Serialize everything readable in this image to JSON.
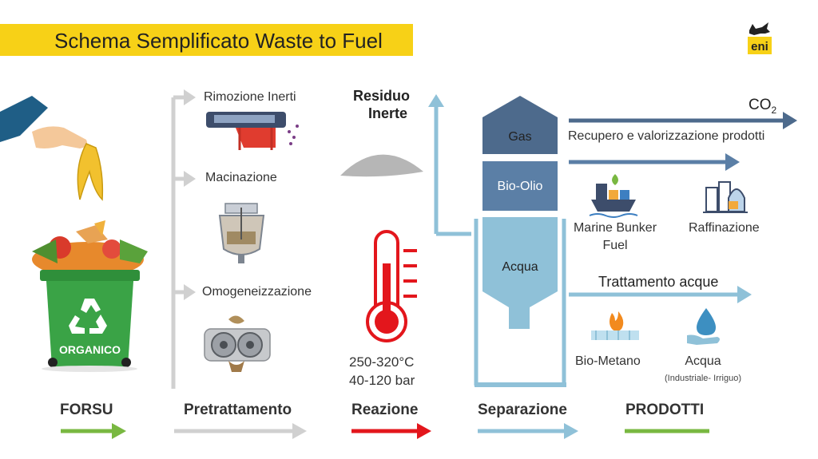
{
  "title": "Schema Semplificato Waste to Fuel",
  "logo": {
    "text": "eni",
    "color": "#f7d117"
  },
  "colors": {
    "accent_yellow": "#f7d117",
    "green": "#79b841",
    "grey": "#d0d0d0",
    "red": "#e3161c",
    "light_blue": "#8fc1d8",
    "steel_blue": "#5b7fa6",
    "dark_blue": "#4d6a8c"
  },
  "bin": {
    "label": "ORGANICO"
  },
  "pretreatment": {
    "items": [
      "Rimozione Inerti",
      "Macinazione",
      "Omogeneizzazione"
    ]
  },
  "reaction": {
    "residue": [
      "Residuo",
      "Inerte"
    ],
    "temperature": "250-320°C",
    "pressure": "40-120 bar"
  },
  "separation": {
    "gas": "Gas",
    "bio_oil": "Bio-Olio",
    "water": "Acqua"
  },
  "products": {
    "co2": "CO",
    "co2_sub": "2",
    "recovery": "Recupero e valorizzazione prodotti",
    "marine": [
      "Marine Bunker",
      "Fuel"
    ],
    "refining": "Raffinazione",
    "water_treatment": "Trattamento acque",
    "biomethane": "Bio-Metano",
    "water": "Acqua",
    "water_note": "(Industriale- Irriguo)"
  },
  "steps": [
    "FORSU",
    "Pretrattamento",
    "Reazione",
    "Separazione",
    "PRODOTTI"
  ]
}
